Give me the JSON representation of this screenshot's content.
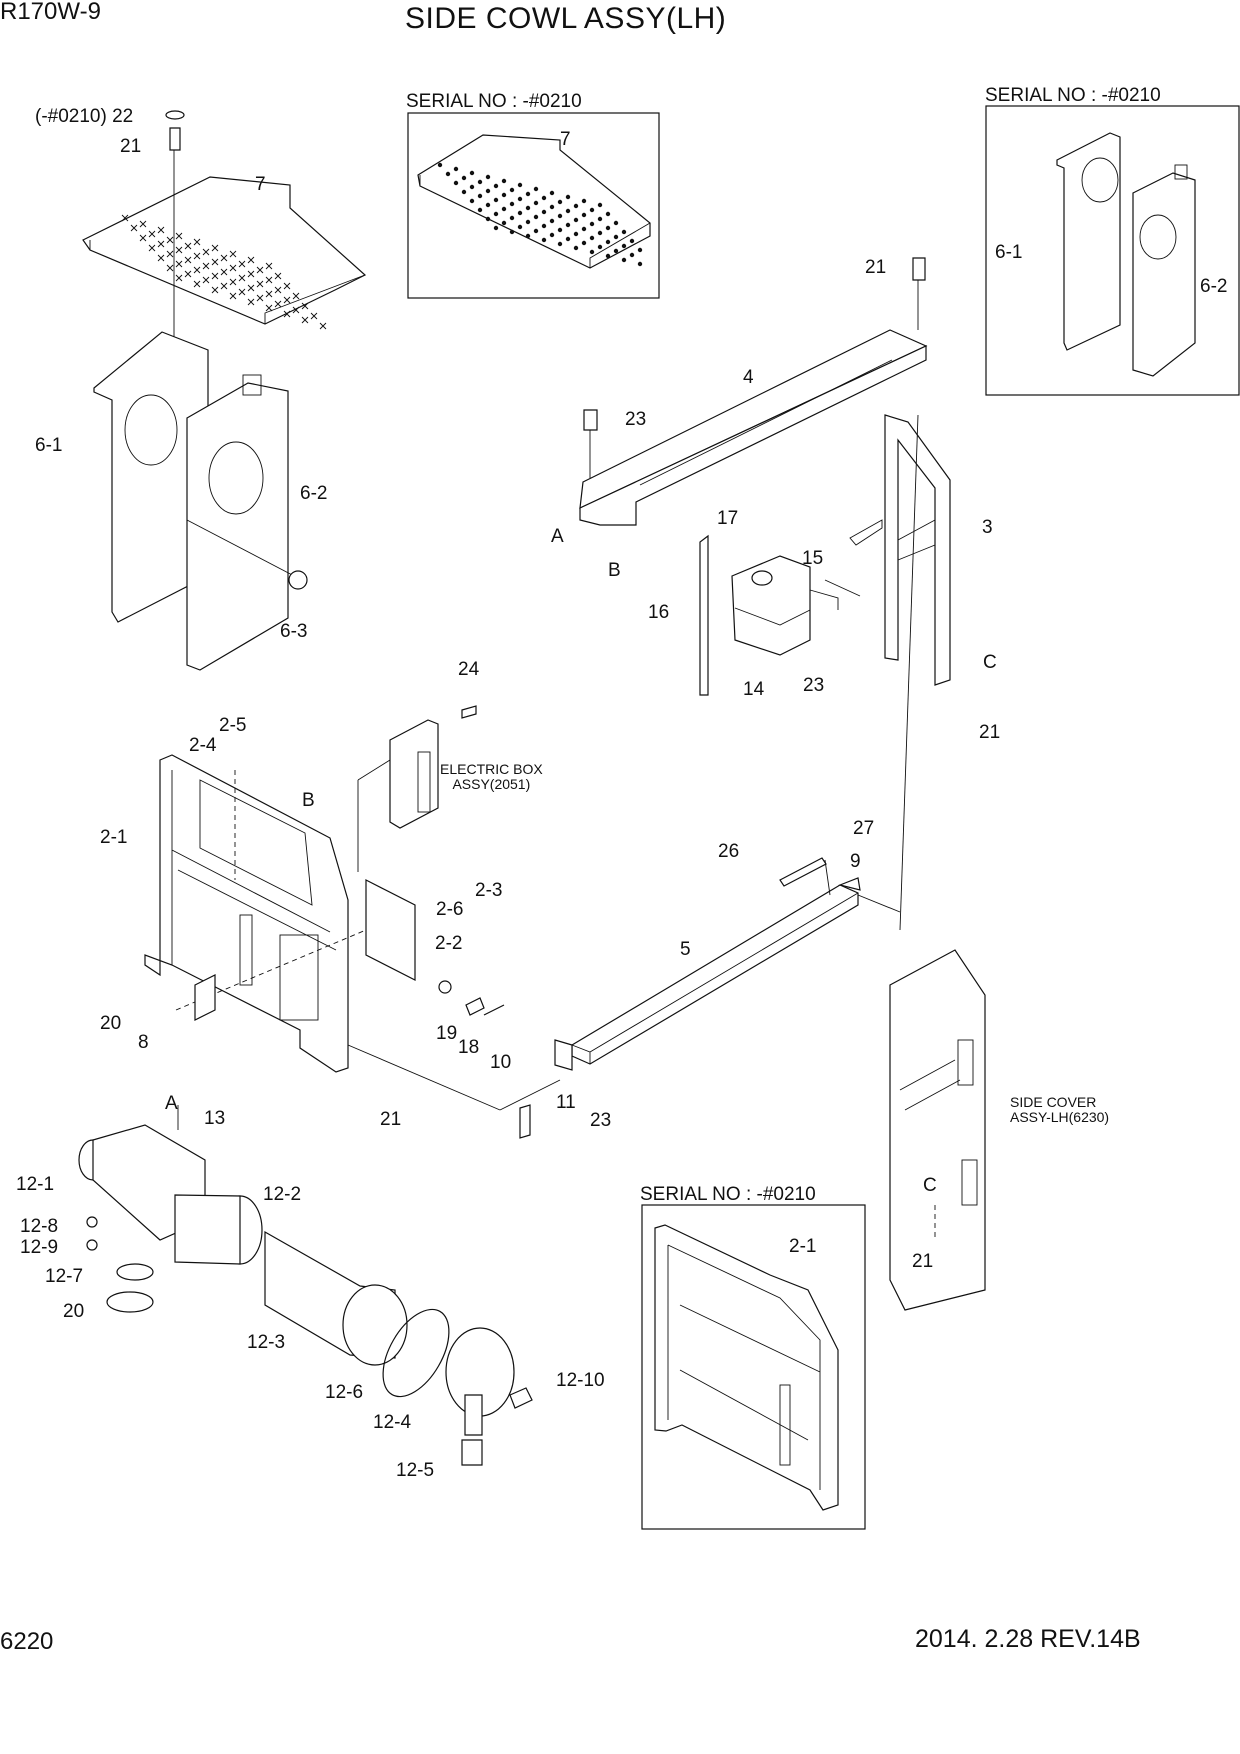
{
  "header": {
    "model": "R170W-9",
    "title": "SIDE COWL ASSY(LH)"
  },
  "footer": {
    "page_number": "6220",
    "revision": "2014. 2.28  REV.14B"
  },
  "boxes": {
    "mesh_cover_serial": "SERIAL NO : -#0210",
    "side_plates_serial": "SERIAL NO : -#0210",
    "frame_serial": "SERIAL NO : -#0210"
  },
  "notes": {
    "electric_box": [
      "ELECTRIC BOX",
      "ASSY(2051)"
    ],
    "side_cover": [
      "SIDE COVER",
      "ASSY-LH(6230)"
    ]
  },
  "callouts": {
    "c22": "(-#0210) 22",
    "c21_top": "21",
    "c7_main": "7",
    "c7_box": "7",
    "c6_1": "6-1",
    "c6_2": "6-2",
    "c6_3": "6-3",
    "c6_1_box": "6-1",
    "c6_2_box": "6-2",
    "c21_right": "21",
    "c4": "4",
    "c23_top": "23",
    "cA_top": "A",
    "cB_top": "B",
    "c17": "17",
    "c15": "15",
    "c16": "16",
    "c14": "14",
    "c23_mid": "23",
    "c3": "3",
    "cC_right": "C",
    "c21_c": "21",
    "c24": "24",
    "c2_5": "2-5",
    "c2_4": "2-4",
    "cB_mid": "B",
    "c2_1": "2-1",
    "c2_3": "2-3",
    "c2_6": "2-6",
    "c2_2": "2-2",
    "c27": "27",
    "c26": "26",
    "c9": "9",
    "c5": "5",
    "c20_left": "20",
    "c8": "8",
    "c19": "19",
    "c18": "18",
    "c10": "10",
    "c21_mid": "21",
    "c11": "11",
    "c23_bot": "23",
    "cA_bot": "A",
    "c13": "13",
    "c12_1": "12-1",
    "c12_2": "12-2",
    "c12_8": "12-8",
    "c12_9": "12-9",
    "c12_7": "12-7",
    "c20_bot": "20",
    "c12_3": "12-3",
    "c12_6": "12-6",
    "c12_4": "12-4",
    "c12_10": "12-10",
    "c12_5": "12-5",
    "c2_1_box": "2-1",
    "cC_cover": "C",
    "c21_cover": "21"
  }
}
